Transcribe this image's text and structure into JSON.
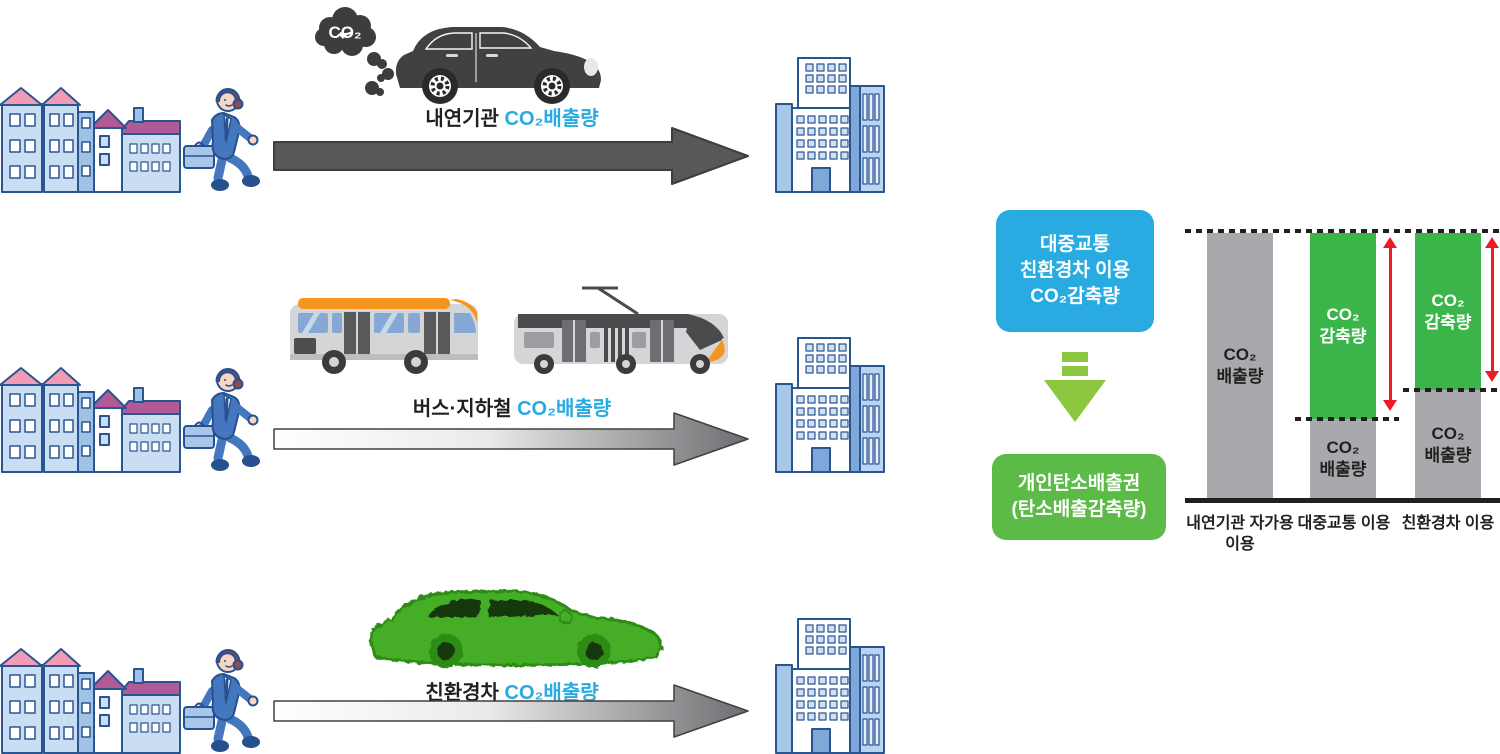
{
  "left_flow": {
    "co2_cloud_text": "CO₂",
    "rows": [
      {
        "id": "internal-combustion",
        "label_prefix": "내연기관 ",
        "label_co2": "CO₂배출량",
        "arrow_style": "solid-dark"
      },
      {
        "id": "bus-subway",
        "label_prefix": "버스·지하철 ",
        "label_co2": "CO₂배출량",
        "arrow_style": "white-to-gray-gradient"
      },
      {
        "id": "eco-car",
        "label_prefix": "친환경차 ",
        "label_co2": "CO₂배출량",
        "arrow_style": "white-to-gray-gradient"
      }
    ]
  },
  "right_flow": {
    "blue_box": {
      "line1": "대중교통",
      "line2": "친환경차 이용",
      "line3": "CO₂감축량",
      "bg": "#29abe2"
    },
    "green_box": {
      "line1": "개인탄소배출권",
      "line2": "(탄소배출감축량)",
      "bg": "#5cba47"
    },
    "down_arrow_color": "#8dc63f"
  },
  "chart_data": {
    "type": "bar",
    "stacked": true,
    "unit": "percent of internal-combustion baseline emissions (estimated from bar heights)",
    "ylim": [
      0,
      100
    ],
    "grid": false,
    "legend": "none",
    "categories": [
      "내연기관 자가용 이용",
      "대중교통 이용",
      "친환경차 이용"
    ],
    "series": [
      {
        "name": "CO₂ 감축량",
        "color": "#3bb54a",
        "values": [
          0,
          70,
          59
        ]
      },
      {
        "name": "CO₂ 배출량",
        "color": "#a7a9ac",
        "values": [
          100,
          30,
          41
        ]
      }
    ],
    "bars": [
      {
        "category": "내연기관 자가용 이용",
        "segments": [
          {
            "kind": "emission",
            "line1": "CO₂",
            "line2": "배출량",
            "pct": 100,
            "color": "#a7a9ac",
            "text_color": "#231f20"
          }
        ]
      },
      {
        "category": "대중교통 이용",
        "segments": [
          {
            "kind": "reduction",
            "line1": "CO₂",
            "line2": "감축량",
            "pct": 70,
            "color": "#3bb54a",
            "text_color": "#ffffff"
          },
          {
            "kind": "emission",
            "line1": "CO₂",
            "line2": "배출량",
            "pct": 30,
            "color": "#a7a9ac",
            "text_color": "#231f20"
          }
        ]
      },
      {
        "category": "친환경차 이용",
        "segments": [
          {
            "kind": "reduction",
            "line1": "CO₂",
            "line2": "감축량",
            "pct": 59,
            "color": "#3bb54a",
            "text_color": "#ffffff"
          },
          {
            "kind": "emission",
            "line1": "CO₂",
            "line2": "배출량",
            "pct": 41,
            "color": "#a7a9ac",
            "text_color": "#231f20"
          }
        ]
      }
    ],
    "annotations": {
      "top_dotted_line": "baseline emission level",
      "red_arrow_color": "#ed1c24",
      "reduction_arrows_pct": [
        70,
        59
      ],
      "baseline_color": "#231f20"
    }
  }
}
